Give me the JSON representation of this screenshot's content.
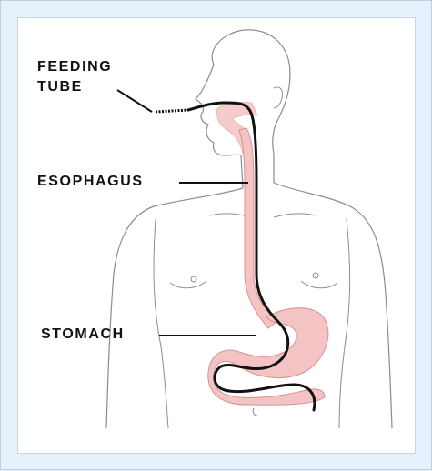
{
  "labels": {
    "feeding_tube_line1": "FEEDING",
    "feeding_tube_line2": "TUBE",
    "esophagus": "ESOPHAGUS",
    "stomach": "STOMACH"
  },
  "colors": {
    "background": "#e6f1fb",
    "panel": "#ffffff",
    "body_outline": "#8c8c8c",
    "organ_fill": "#f4c4c4",
    "organ_outline": "#d98f8f",
    "tube": "#111111"
  }
}
